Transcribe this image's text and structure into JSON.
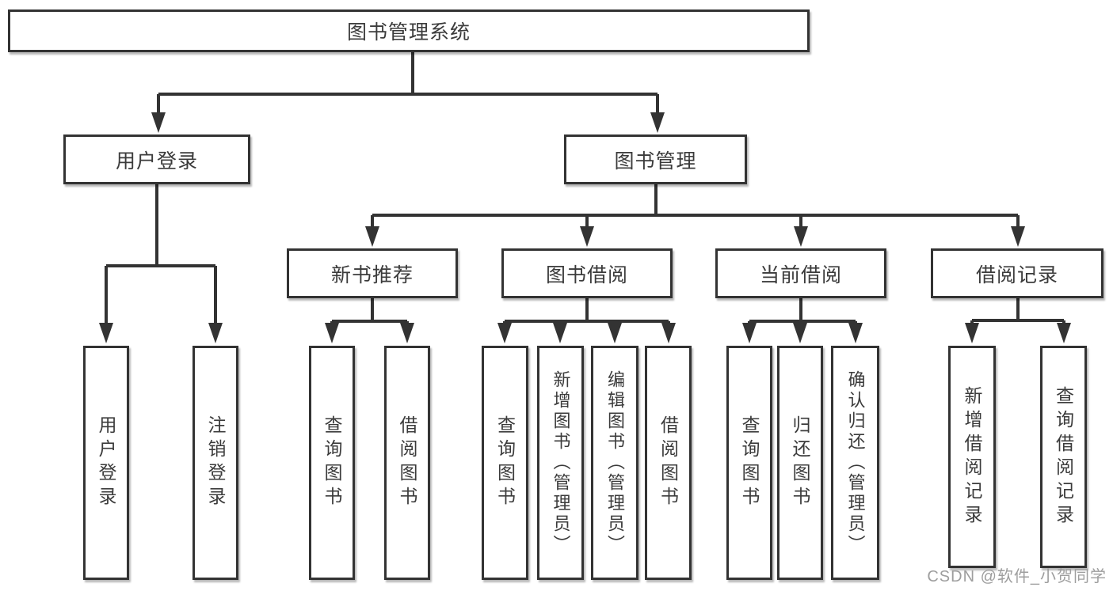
{
  "diagram": {
    "root": {
      "label": "图书管理系统"
    },
    "level2": [
      {
        "label": "用户登录"
      },
      {
        "label": "图书管理"
      }
    ],
    "level3": [
      {
        "label": "新书推荐"
      },
      {
        "label": "图书借阅"
      },
      {
        "label": "当前借阅"
      },
      {
        "label": "借阅记录"
      }
    ],
    "leaves": {
      "user_login": [
        "用户登录",
        "注销登录"
      ],
      "new_book_recommend": [
        "查询图书",
        "借阅图书"
      ],
      "book_borrow": [
        "查询图书",
        "新增图书（管理员）",
        "编辑图书（管理员）",
        "借阅图书"
      ],
      "current_borrow": [
        "查询图书",
        "归还图书",
        "确认归还（管理员）"
      ],
      "borrow_records": [
        "新增借阅记录",
        "查询借阅记录"
      ]
    }
  },
  "watermark": "CSDN @软件_小贺同学",
  "colors": {
    "line": "#333333",
    "text": "#3b3b3b",
    "watermark": "#9e9e9e",
    "background": "#ffffff"
  }
}
